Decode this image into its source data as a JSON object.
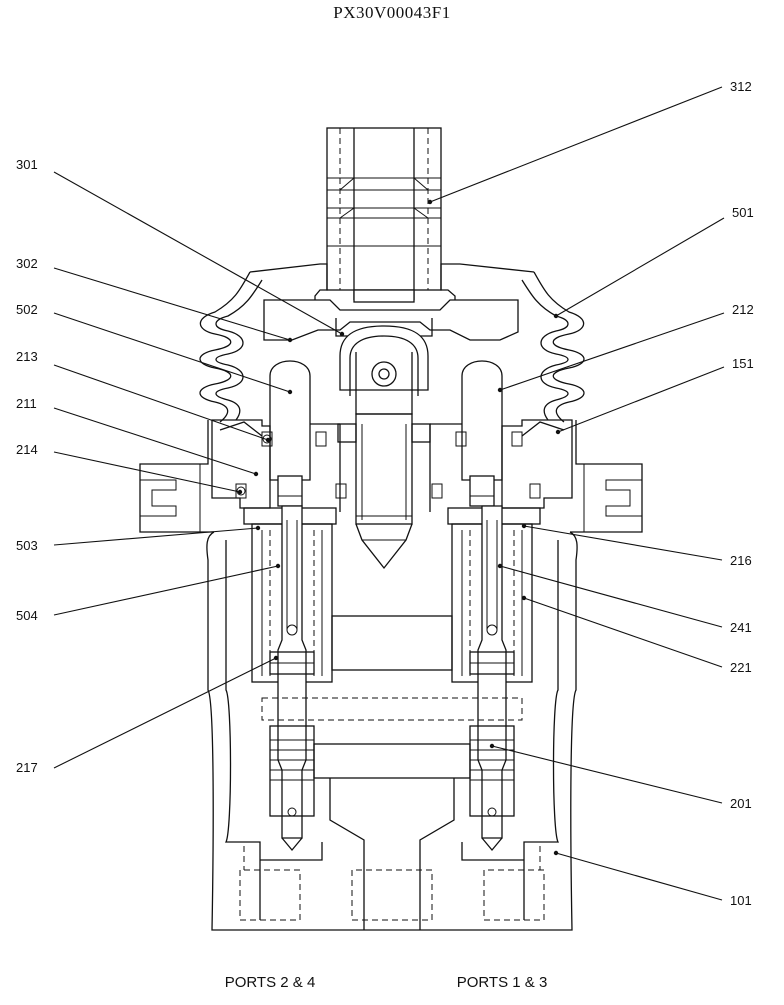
{
  "title": "PX30V00043F1",
  "ports": {
    "left": "PORTS 2 & 4",
    "right": "PORTS 1 & 3"
  },
  "callouts": [
    {
      "id": "312",
      "text": "312"
    },
    {
      "id": "301",
      "text": "301"
    },
    {
      "id": "501",
      "text": "501"
    },
    {
      "id": "302",
      "text": "302"
    },
    {
      "id": "502",
      "text": "502"
    },
    {
      "id": "212",
      "text": "212"
    },
    {
      "id": "213",
      "text": "213"
    },
    {
      "id": "151",
      "text": "151"
    },
    {
      "id": "211",
      "text": "211"
    },
    {
      "id": "214",
      "text": "214"
    },
    {
      "id": "503",
      "text": "503"
    },
    {
      "id": "216",
      "text": "216"
    },
    {
      "id": "504",
      "text": "504"
    },
    {
      "id": "241",
      "text": "241"
    },
    {
      "id": "221",
      "text": "221"
    },
    {
      "id": "217",
      "text": "217"
    },
    {
      "id": "201",
      "text": "201"
    },
    {
      "id": "101",
      "text": "101"
    }
  ]
}
